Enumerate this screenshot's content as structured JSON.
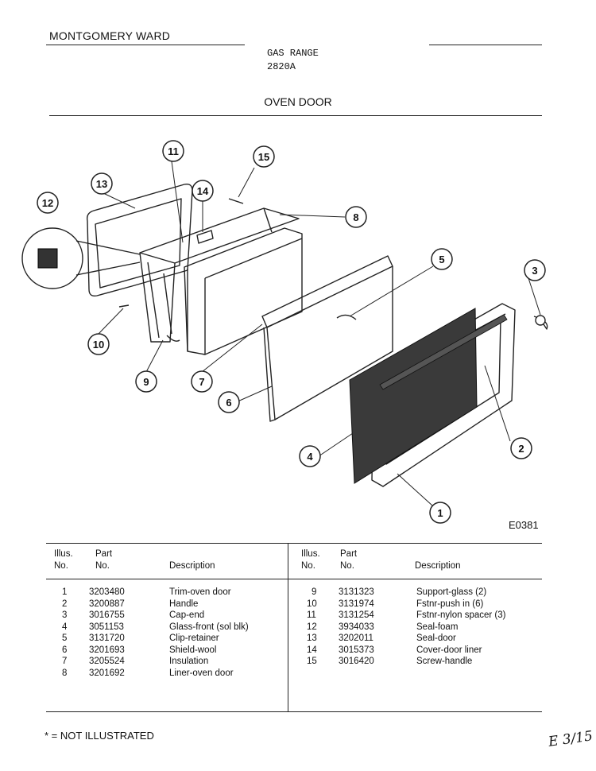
{
  "header": {
    "brand": "MONTGOMERY WARD",
    "product": "GAS RANGE",
    "model": "2820A",
    "section_title": "OVEN DOOR"
  },
  "diagram": {
    "code": "E0381",
    "callouts": [
      "1",
      "2",
      "3",
      "4",
      "5",
      "6",
      "7",
      "8",
      "9",
      "10",
      "11",
      "12",
      "13",
      "14",
      "15"
    ]
  },
  "table": {
    "headers": {
      "illus": [
        "Illus.",
        "No."
      ],
      "part": [
        "Part",
        "No."
      ],
      "description": "Description"
    },
    "left_rows": [
      {
        "illus": "1",
        "part": "3203480",
        "desc": "Trim-oven door"
      },
      {
        "illus": "2",
        "part": "3200887",
        "desc": "Handle"
      },
      {
        "illus": "3",
        "part": "3016755",
        "desc": "Cap-end"
      },
      {
        "illus": "4",
        "part": "3051153",
        "desc": "Glass-front (sol blk)"
      },
      {
        "illus": "5",
        "part": "3131720",
        "desc": "Clip-retainer"
      },
      {
        "illus": "6",
        "part": "3201693",
        "desc": "Shield-wool"
      },
      {
        "illus": "7",
        "part": "3205524",
        "desc": "Insulation"
      },
      {
        "illus": "8",
        "part": "3201692",
        "desc": "Liner-oven door"
      }
    ],
    "right_rows": [
      {
        "illus": "9",
        "part": "3131323",
        "desc": "Support-glass (2)"
      },
      {
        "illus": "10",
        "part": "3131974",
        "desc": "Fstnr-push in (6)"
      },
      {
        "illus": "11",
        "part": "3131254",
        "desc": "Fstnr-nylon spacer (3)"
      },
      {
        "illus": "12",
        "part": "3934033",
        "desc": "Seal-foam"
      },
      {
        "illus": "13",
        "part": "3202011",
        "desc": "Seal-door"
      },
      {
        "illus": "14",
        "part": "3015373",
        "desc": "Cover-door liner"
      },
      {
        "illus": "15",
        "part": "3016420",
        "desc": "Screw-handle"
      }
    ]
  },
  "footer": {
    "footnote": "* = NOT ILLUSTRATED",
    "handwritten": "E 3/15"
  }
}
